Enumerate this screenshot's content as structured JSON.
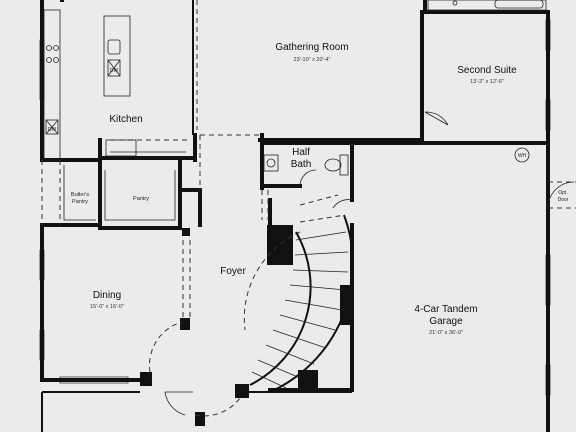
{
  "rooms": {
    "gathering_room": {
      "name": "Gathering Room",
      "dims": "23'-10\" x 20'-4\""
    },
    "second_suite": {
      "name": "Second Suite",
      "dims": "13'-2\" x 12'-6\""
    },
    "kitchen": {
      "name": "Kitchen"
    },
    "half_bath": {
      "name_line1": "Half",
      "name_line2": "Bath"
    },
    "butlers_pantry": {
      "name_line1": "Butler's",
      "name_line2": "Pantry"
    },
    "pantry": {
      "name": "Pantry"
    },
    "foyer": {
      "name": "Foyer"
    },
    "dining": {
      "name": "Dining",
      "dims": "15'-0\" x 16'-0\""
    },
    "garage": {
      "name_line1": "4-Car Tandem",
      "name_line2": "Garage",
      "dims": "21'-0\" x 36'-0\""
    }
  },
  "fixtures": {
    "dishwasher": "DW",
    "water_heater": "WH",
    "optional_door_line1": "Opt.",
    "optional_door_line2": "Door"
  }
}
